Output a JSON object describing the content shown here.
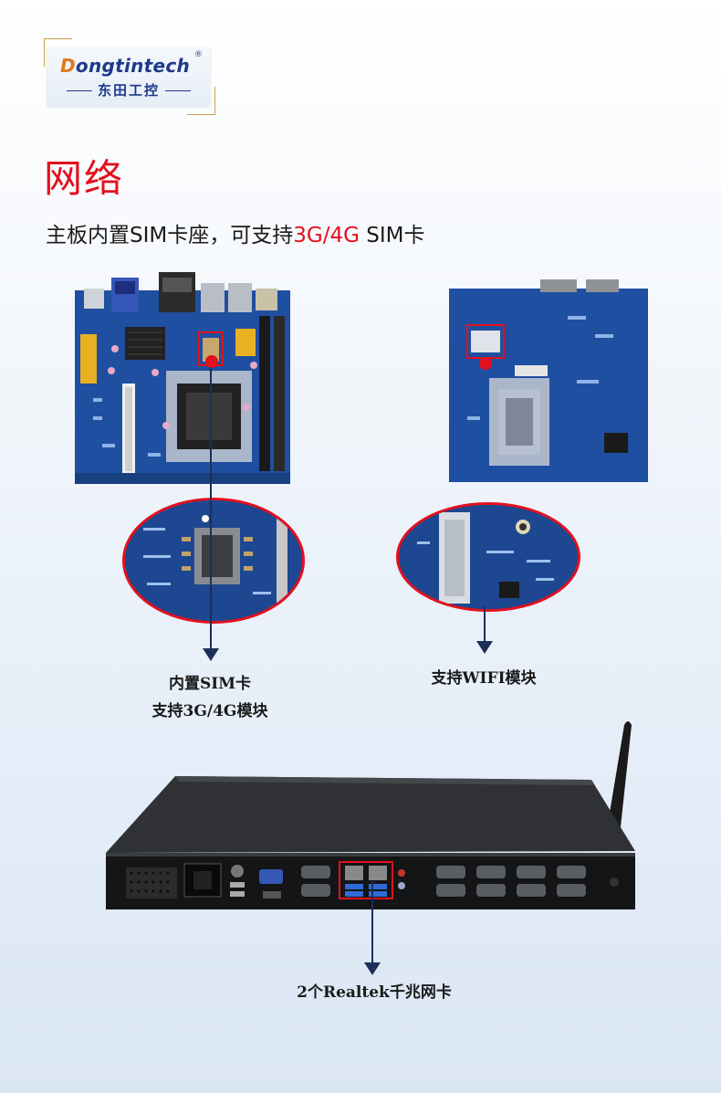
{
  "logo": {
    "brand_initial": "D",
    "brand_rest": "ongtintech",
    "registered": "®",
    "cn_name": "东田工控"
  },
  "section": {
    "title": "网络",
    "subtitle_prefix": "主板内置SIM卡座，可支持",
    "subtitle_highlight": "3G/4G",
    "subtitle_suffix": " SIM卡"
  },
  "callouts": {
    "sim_line1": "内置SIM卡",
    "sim_line2": "支持3G/4G模块",
    "wifi": "支持WIFI模块",
    "nic": "2个Realtek千兆网卡"
  },
  "colors": {
    "accent_red": "#e3101d",
    "board_blue": "#1f4fa0",
    "arrow_navy": "#1c2f59"
  }
}
